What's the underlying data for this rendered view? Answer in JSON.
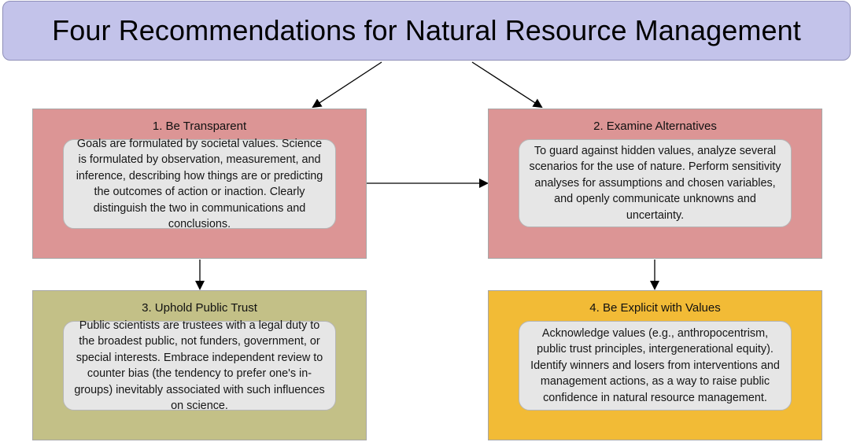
{
  "title": "Four Recommendations for Natural Resource Management",
  "colors": {
    "title_bg": "#c3c3ea",
    "transparent_box": "#dc9595",
    "alternatives_box": "#dc9595",
    "public_trust_box": "#c3c087",
    "values_box": "#f2bb36",
    "inner_box": "#e6e6e6",
    "arrow": "#000000"
  },
  "boxes": {
    "transparent": {
      "heading": "1. Be Transparent",
      "text": "Goals are formulated by societal values. Science is formulated by observation, measurement, and inference, describing how things are or predicting the outcomes of action or inaction. Clearly distinguish the two in communications and conclusions."
    },
    "alternatives": {
      "heading": "2. Examine Alternatives",
      "text": "To guard against hidden values, analyze several scenarios for the use of nature. Perform sensitivity analyses for assumptions and chosen variables, and openly communicate unknowns and uncertainty."
    },
    "public_trust": {
      "heading": "3. Uphold Public Trust",
      "text": "Public scientists are trustees with a legal duty to the broadest public, not funders, government, or special interests. Embrace independent review to counter bias (the tendency to prefer one's in-groups) inevitably associated with such influences on science."
    },
    "values": {
      "heading": "4. Be Explicit with Values",
      "text": "Acknowledge values (e.g., anthropocentrism, public trust principles, intergenerational equity). Identify winners and losers from interventions and management actions, as a way to raise public confidence in natural resource management."
    }
  }
}
